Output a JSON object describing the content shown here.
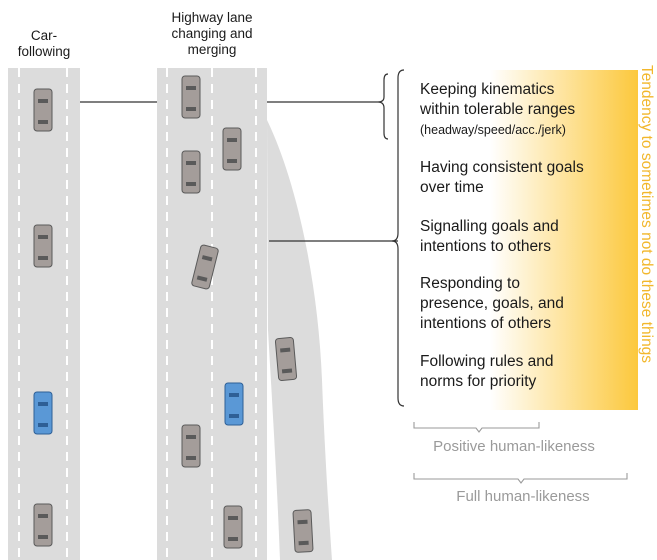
{
  "labels": {
    "car_following": [
      "Car-",
      "following"
    ],
    "highway": [
      "Highway lane",
      "changing and",
      "merging"
    ]
  },
  "items": [
    {
      "lines": [
        "Keeping kinematics",
        "within tolerable ranges"
      ],
      "note": "(headway/speed/acc./jerk)"
    },
    {
      "lines": [
        "Having consistent goals",
        "over time"
      ]
    },
    {
      "lines": [
        "Signalling goals and",
        "intentions to others"
      ]
    },
    {
      "lines": [
        "Responding to",
        "presence, goals, and",
        "intentions of others"
      ]
    },
    {
      "lines": [
        "Following rules and",
        "norms for priority"
      ]
    }
  ],
  "vertical_label": "Tendency to sometimes not do these things",
  "bottom": {
    "positive": "Positive human-likeness",
    "full": "Full human-likeness"
  },
  "colors": {
    "road": "#dcdcdc",
    "lane_marking": "#ffffff",
    "car_gray": "#a49d9a",
    "car_blue": "#5a98d6",
    "gradient": "#fcc83c",
    "bracket": "#333333",
    "muted": "#9a9a9a"
  }
}
